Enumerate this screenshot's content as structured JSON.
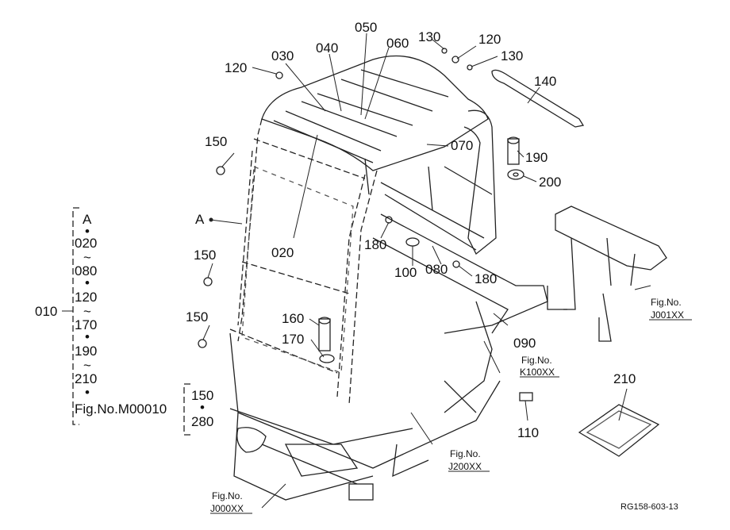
{
  "callouts": {
    "p010": "010",
    "p020": "020",
    "p030": "030",
    "p040": "040",
    "p050": "050",
    "p060": "060",
    "p070": "070",
    "p080": "080",
    "p090": "090",
    "p100": "100",
    "p110": "110",
    "p120a": "120",
    "p120b": "120",
    "p130a": "130",
    "p130b": "130",
    "p140": "140",
    "p150a": "150",
    "p150b": "150",
    "p150c": "150",
    "p160": "160",
    "p170": "170",
    "p180a": "180",
    "p180b": "180",
    "p190": "190",
    "p200": "200",
    "p210": "210",
    "pA": "A"
  },
  "assembly_list": [
    "A",
    "020",
    "080",
    "120",
    "170",
    "190",
    "210",
    "Fig.No.M00010"
  ],
  "assembly_separators": [
    "•",
    "~",
    "•",
    "~",
    "•",
    "~",
    "•"
  ],
  "sub_list": [
    "150",
    "280"
  ],
  "sub_separator": "•",
  "fig_refs": {
    "j001": {
      "line1": "Fig.No.",
      "line2": "J001XX"
    },
    "k100": {
      "line1": "Fig.No.",
      "line2": "K100XX"
    },
    "j200": {
      "line1": "Fig.No.",
      "line2": "J200XX"
    },
    "j000": {
      "line1": "Fig.No.",
      "line2": "J000XX"
    }
  },
  "drawing_code": "RG158-603-13"
}
